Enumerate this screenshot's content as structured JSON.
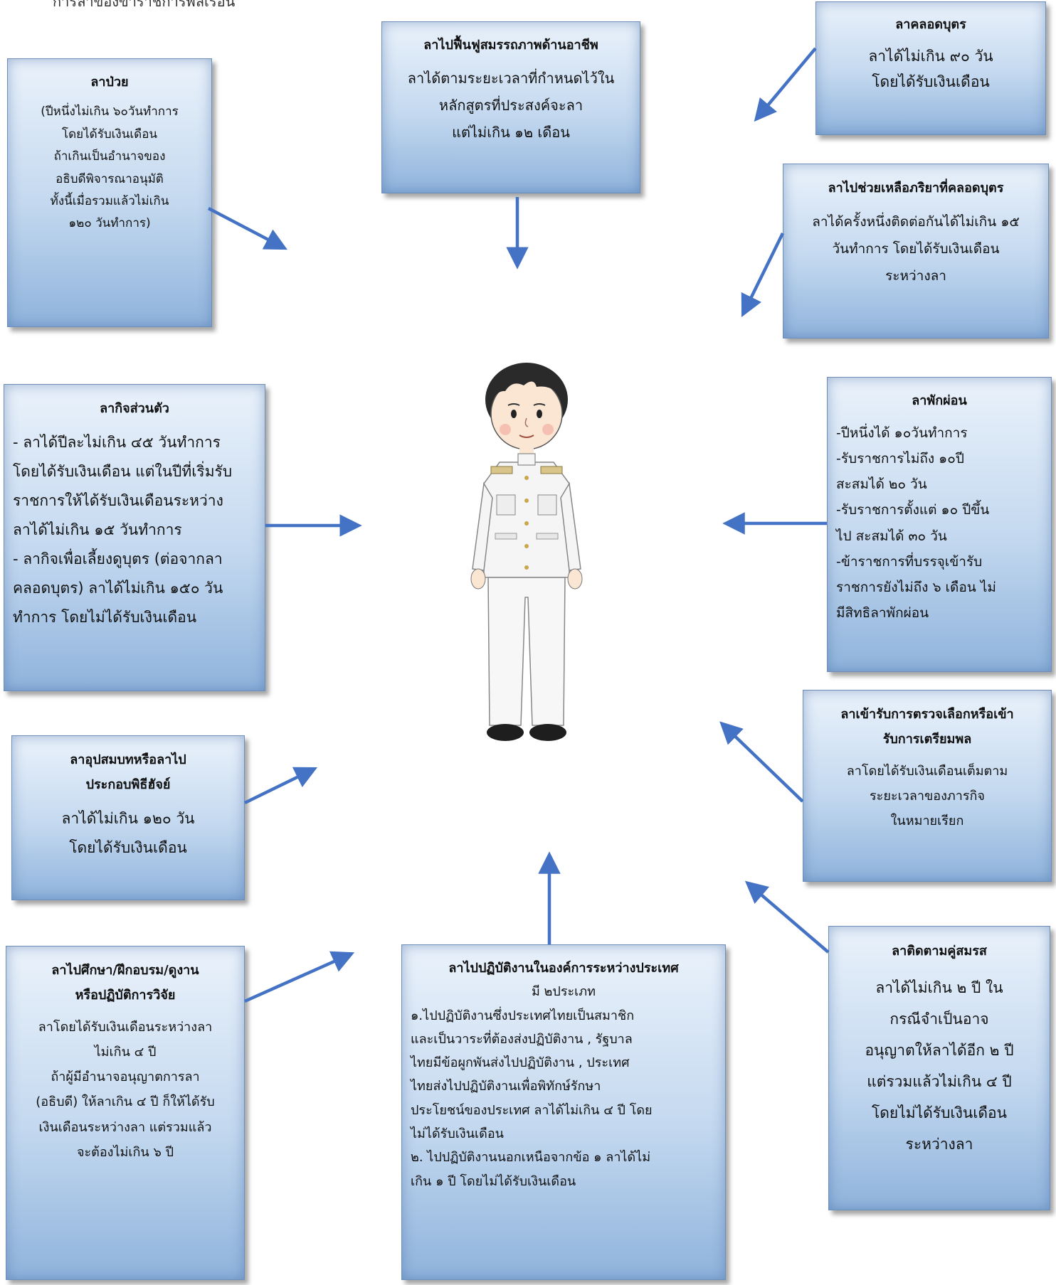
{
  "top_text": "การลาของข้าราชการพลเรือน",
  "boxes": {
    "sick": {
      "title": "ลาป่วย",
      "lines": [
        "(ปีหนึ่งไม่เกิน ๖๐วันทำการ",
        "โดยได้รับเงินเดือน",
        "ถ้าเกินเป็นอำนาจของ",
        "อธิบดีพิจารณาอนุมัติ",
        "ทั้งนี้เมื่อรวมแล้วไม่เกิน",
        "๑๒๐ วันทำการ)"
      ]
    },
    "rehab": {
      "title": "ลาไปฟื้นฟูสมรรถภาพด้านอาชีพ",
      "lines": [
        "ลาได้ตามระยะเวลาที่กำหนดไว้ใน",
        "หลักสูตรที่ประสงค์จะลา",
        "แต่ไม่เกิน ๑๒ เดือน"
      ]
    },
    "maternity": {
      "title": "ลาคลอดบุตร",
      "lines": [
        "ลาได้ไม่เกิน ๙๐ วัน",
        "โดยได้รับเงินเดือน"
      ]
    },
    "helpwife": {
      "title": "ลาไปช่วยเหลือภริยาที่คลอดบุตร",
      "lines": [
        "ลาได้ครั้งหนึ่งติดต่อกันได้ไม่เกิน ๑๕",
        "วันทำการ โดยได้รับเงินเดือน",
        "ระหว่างลา"
      ]
    },
    "personal": {
      "title": "ลากิจส่วนตัว",
      "lines": [
        "- ลาได้ปีละไม่เกิน ๔๕ วันทำการ",
        "โดยได้รับเงินเดือน แต่ในปีที่เริ่มรับ",
        "ราชการให้ได้รับเงินเดือนระหว่าง",
        "ลาได้ไม่เกิน ๑๕ วันทำการ",
        "- ลากิจเพื่อเลี้ยงดูบุตร (ต่อจากลา",
        "คลอดบุตร) ลาได้ไม่เกิน ๑๕๐ วัน",
        "ทำการ โดยไม่ได้รับเงินเดือน"
      ]
    },
    "vacation": {
      "title": "ลาพักผ่อน",
      "lines": [
        "-ปีหนึ่งได้ ๑๐วันทำการ",
        "-รับราชการไม่ถึง ๑๐ปี",
        "สะสมได้ ๒๐ วัน",
        "-รับราชการตั้งแต่ ๑๐ ปีขึ้น",
        "ไป สะสมได้ ๓๐ วัน",
        "-ข้าราชการที่บรรจุเข้ารับ",
        "ราชการยังไม่ถึง ๖ เดือน ไม่",
        "มีสิทธิลาพักผ่อน"
      ]
    },
    "military": {
      "title_lines": [
        "ลาเข้ารับการตรวจเลือกหรือเข้า",
        "รับการเตรียมพล"
      ],
      "lines": [
        "ลาโดยได้รับเงินเดือนเต็มตาม",
        "ระยะเวลาของภารกิจ",
        "ในหมายเรียก"
      ]
    },
    "ordain": {
      "title_lines": [
        "ลาอุปสมบทหรือลาไป",
        "ประกอบพิธีฮัจย์"
      ],
      "lines": [
        "ลาได้ไม่เกิน ๑๒๐ วัน",
        "โดยได้รับเงินเดือน"
      ]
    },
    "study": {
      "title_lines": [
        "ลาไปศึกษา/ฝึกอบรม/ดูงาน",
        "หรือปฏิบัติการวิจัย"
      ],
      "lines": [
        "ลาโดยได้รับเงินเดือนระหว่างลา",
        "ไม่เกิน ๔  ปี",
        "ถ้าผู้มีอำนาจอนุญาตการลา",
        "(อธิบดี) ให้ลาเกิน ๔ ปี ก็ให้ได้รับ",
        "เงินเดือนระหว่างลา แต่รวมแล้ว",
        "จะต้องไม่เกิน ๖ ปี"
      ]
    },
    "intl": {
      "title": "ลาไปปฏิบัติงานในองค์การระหว่างประเทศ",
      "lines": [
        "มี ๒ประเภท",
        "๑.ไปปฏิบัติงานซึ่งประเทศไทยเป็นสมาชิก",
        "และเป็นวาระที่ต้องส่งปฏิบัติงาน , รัฐบาล",
        "ไทยมีข้อผูกพันส่งไปปฏิบัติงาน , ประเทศ",
        "ไทยส่งไปปฏิบัติงานเพื่อพิทักษ์รักษา",
        "ประโยชน์ของประเทศ ลาได้ไม่เกิน ๔ ปี โดย",
        "ไม่ได้รับเงินเดือน",
        "๒. ไปปฏิบัติงานนอกเหนือจากข้อ ๑ ลาได้ไม่",
        "เกิน ๑ ปี โดยไม่ได้รับเงินเดือน"
      ]
    },
    "spouse": {
      "title": "ลาติดตามคู่สมรส",
      "lines": [
        "ลาได้ไม่เกิน ๒ ปี  ใน",
        "กรณีจำเป็นอาจ",
        "อนุญาตให้ลาได้อีก ๒ ปี",
        "แต่รวมแล้วไม่เกิน ๔ ปี",
        "โดยไม่ได้รับเงินเดือน",
        "ระหว่างลา"
      ]
    }
  },
  "colors": {
    "arrow": "#4472c4",
    "box_top": "#eaf2fb",
    "box_bottom": "#8fb3dc"
  },
  "icons": {
    "center": "civil-servant-figure"
  }
}
